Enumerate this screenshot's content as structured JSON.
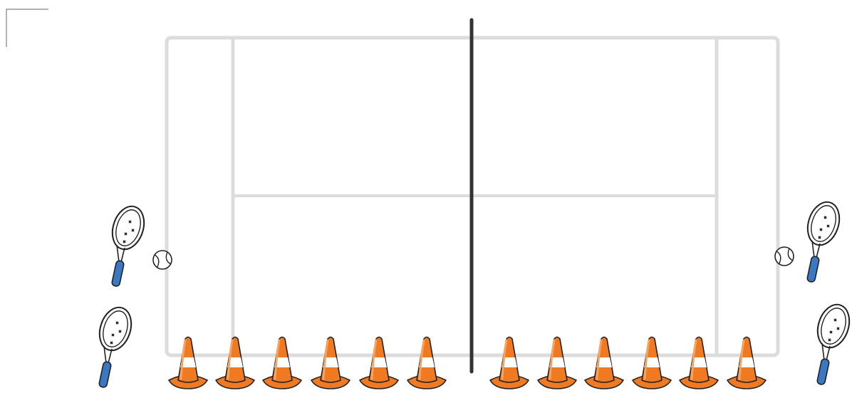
{
  "diagram": {
    "kind": "tennis court drill setup",
    "court_line_color": "#dcdcdc",
    "net_color": "#333333",
    "cone_color": "#f07a22",
    "cone_stripe_color": "#ffffff",
    "racket_grip_color": "#3a78c2",
    "corner_mark_color": "#999999",
    "left_group": {
      "rackets": 2,
      "balls": 1
    },
    "right_group": {
      "rackets": 2,
      "balls": 1
    },
    "cones_left_of_net": 6,
    "cones_right_of_net": 6
  }
}
